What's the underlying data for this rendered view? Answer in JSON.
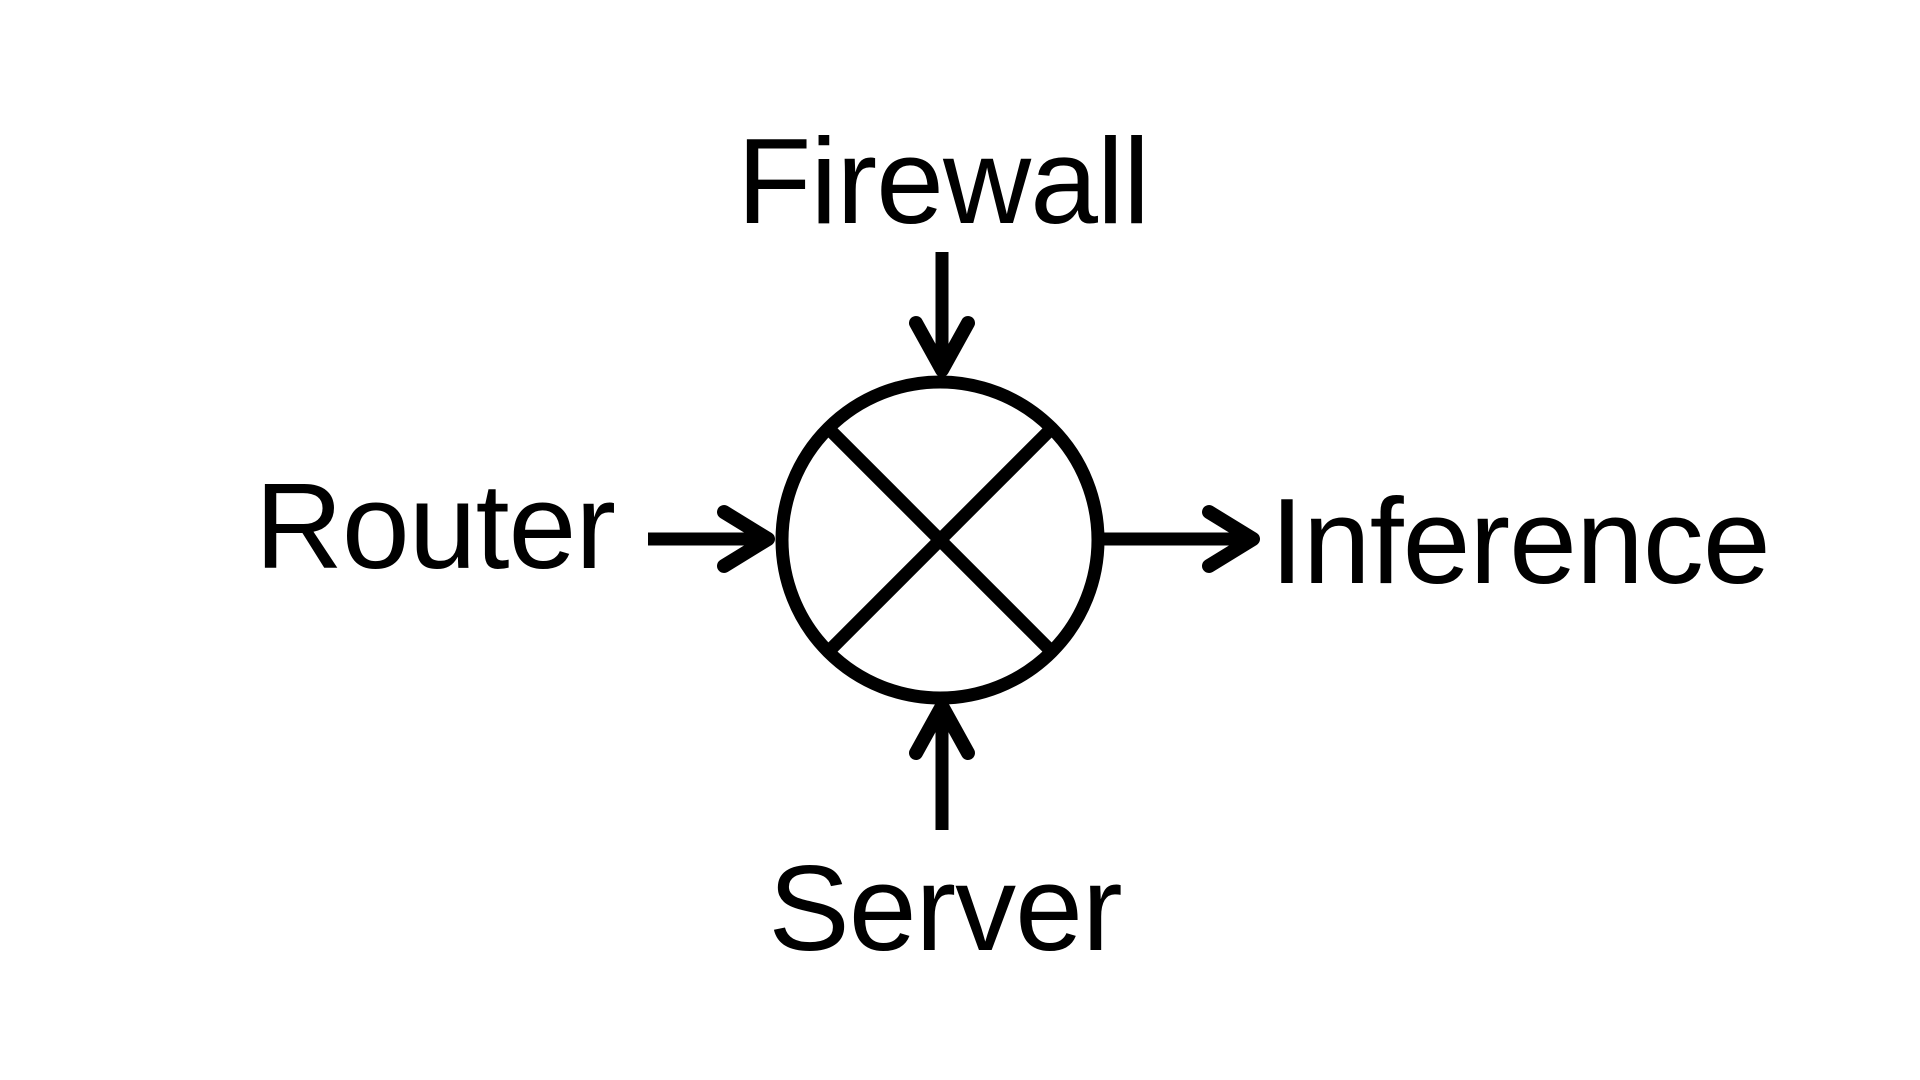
{
  "diagram": {
    "background_color": "#ffffff",
    "stroke_color": "#000000",
    "center_symbol": "circle-with-x-crossbar",
    "labels": {
      "top": "Firewall",
      "left": "Router",
      "bottom": "Server",
      "right": "Inference"
    },
    "arrows": [
      {
        "from": "Firewall",
        "to": "center",
        "direction": "down"
      },
      {
        "from": "Router",
        "to": "center",
        "direction": "right"
      },
      {
        "from": "Server",
        "to": "center",
        "direction": "up"
      },
      {
        "from": "center",
        "to": "Inference",
        "direction": "right"
      }
    ]
  }
}
